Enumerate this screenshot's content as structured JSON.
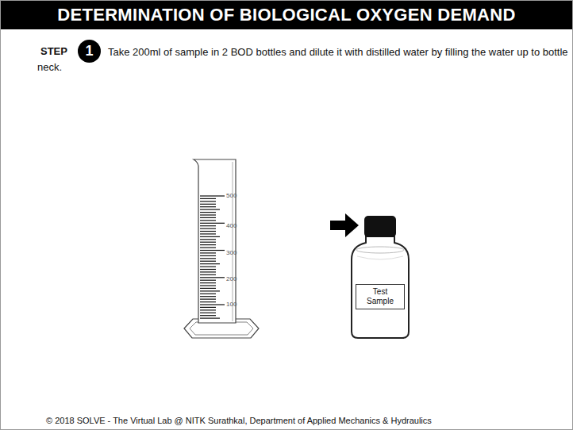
{
  "diagram": {
    "title": "DETERMINATION OF BIOLOGICAL OXYGEN DEMAND",
    "nodes": [
      {
        "text": [
          "1"
        ]
      },
      {
        "text": [
          "Test Sample"
        ]
      }
    ],
    "labels": [
      "STEP",
      "Take 200ml of sample in 2 BOD bottles and dilute it with distilled water by filling the water up to bottle neck.",
      "500",
      "400",
      "300",
      "200",
      "100",
      "© 2018 SOLVE - The Virtual Lab @ NITK Surathkal, Department of Applied Mechanics & Hydraulics"
    ]
  }
}
